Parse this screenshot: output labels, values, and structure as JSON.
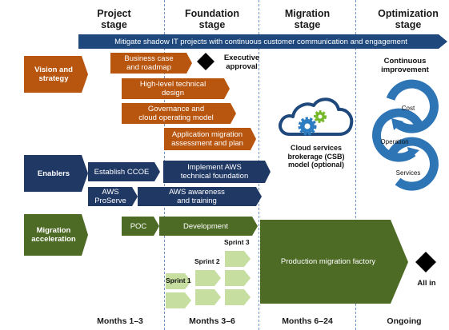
{
  "stages": [
    "Project\nstage",
    "Foundation\nstage",
    "Migration\nstage",
    "Optimization\nstage"
  ],
  "months": [
    "Months 1–3",
    "Months 3–6",
    "Months 6–24",
    "Ongoing"
  ],
  "banner": "Mitigate shadow IT projects with continuous customer communication and engagement",
  "rows": {
    "vision": "Vision and\nstrategy",
    "enablers": "Enablers",
    "migration": "Migration\nacceleration"
  },
  "vision_items": {
    "business_case": "Business case\nand roadmap",
    "executive_approval": "Executive\napproval",
    "technical_design": "High-level technical\ndesign",
    "governance": "Governance and\ncloud operating model",
    "assessment": "Application migration\nassessment and plan"
  },
  "enabler_items": {
    "ccoe": "Establish CCOE",
    "aws_foundation": "Implement AWS\ntechnical foundation",
    "proserve": "AWS\nProServe",
    "awareness": "AWS awareness\nand training"
  },
  "migration_items": {
    "poc": "POC",
    "development": "Development",
    "sprint1": "Sprint 1",
    "sprint2": "Sprint 2",
    "sprint3": "Sprint 3",
    "factory": "Production migration factory",
    "all_in": "All in"
  },
  "csb_label": "Cloud services\nbrokerage (CSB)\nmodel (optional)",
  "continuous": {
    "title": "Continuous\nimprovement",
    "cycle": [
      "Cost",
      "Operation",
      "Services"
    ]
  },
  "colors": {
    "orange": "#b8560f",
    "navy": "#1f3864",
    "green": "#4e6b26",
    "light_green": "#c6dfa0",
    "blue": "#2e75b6",
    "dark_blue": "#1f497d",
    "gear_green": "#76b82a",
    "gear_blue": "#2e7dc2"
  }
}
